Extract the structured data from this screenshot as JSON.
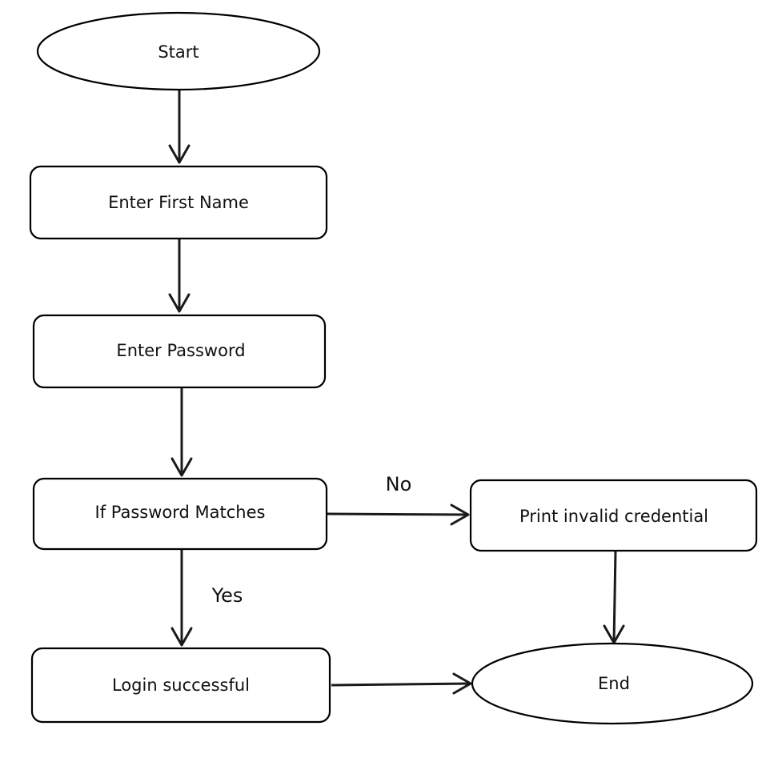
{
  "diagram": {
    "nodes": {
      "start": {
        "label": "Start",
        "shape": "ellipse"
      },
      "enter_first_name": {
        "label": "Enter First Name",
        "shape": "rounded-rect"
      },
      "enter_password": {
        "label": "Enter Password",
        "shape": "rounded-rect"
      },
      "if_password_matches": {
        "label": "If Password Matches",
        "shape": "rounded-rect"
      },
      "print_invalid": {
        "label": "Print  invalid credential",
        "shape": "rounded-rect"
      },
      "login_successful": {
        "label": "Login successful",
        "shape": "rounded-rect"
      },
      "end": {
        "label": "End",
        "shape": "ellipse"
      }
    },
    "edges": {
      "start_to_first_name": {
        "from": "start",
        "to": "enter_first_name",
        "label": ""
      },
      "first_name_to_password": {
        "from": "enter_first_name",
        "to": "enter_password",
        "label": ""
      },
      "password_to_match": {
        "from": "enter_password",
        "to": "if_password_matches",
        "label": ""
      },
      "match_no": {
        "from": "if_password_matches",
        "to": "print_invalid",
        "label": "No"
      },
      "match_yes": {
        "from": "if_password_matches",
        "to": "login_successful",
        "label": "Yes"
      },
      "invalid_to_end": {
        "from": "print_invalid",
        "to": "end",
        "label": ""
      },
      "login_to_end": {
        "from": "login_successful",
        "to": "end",
        "label": ""
      }
    }
  }
}
